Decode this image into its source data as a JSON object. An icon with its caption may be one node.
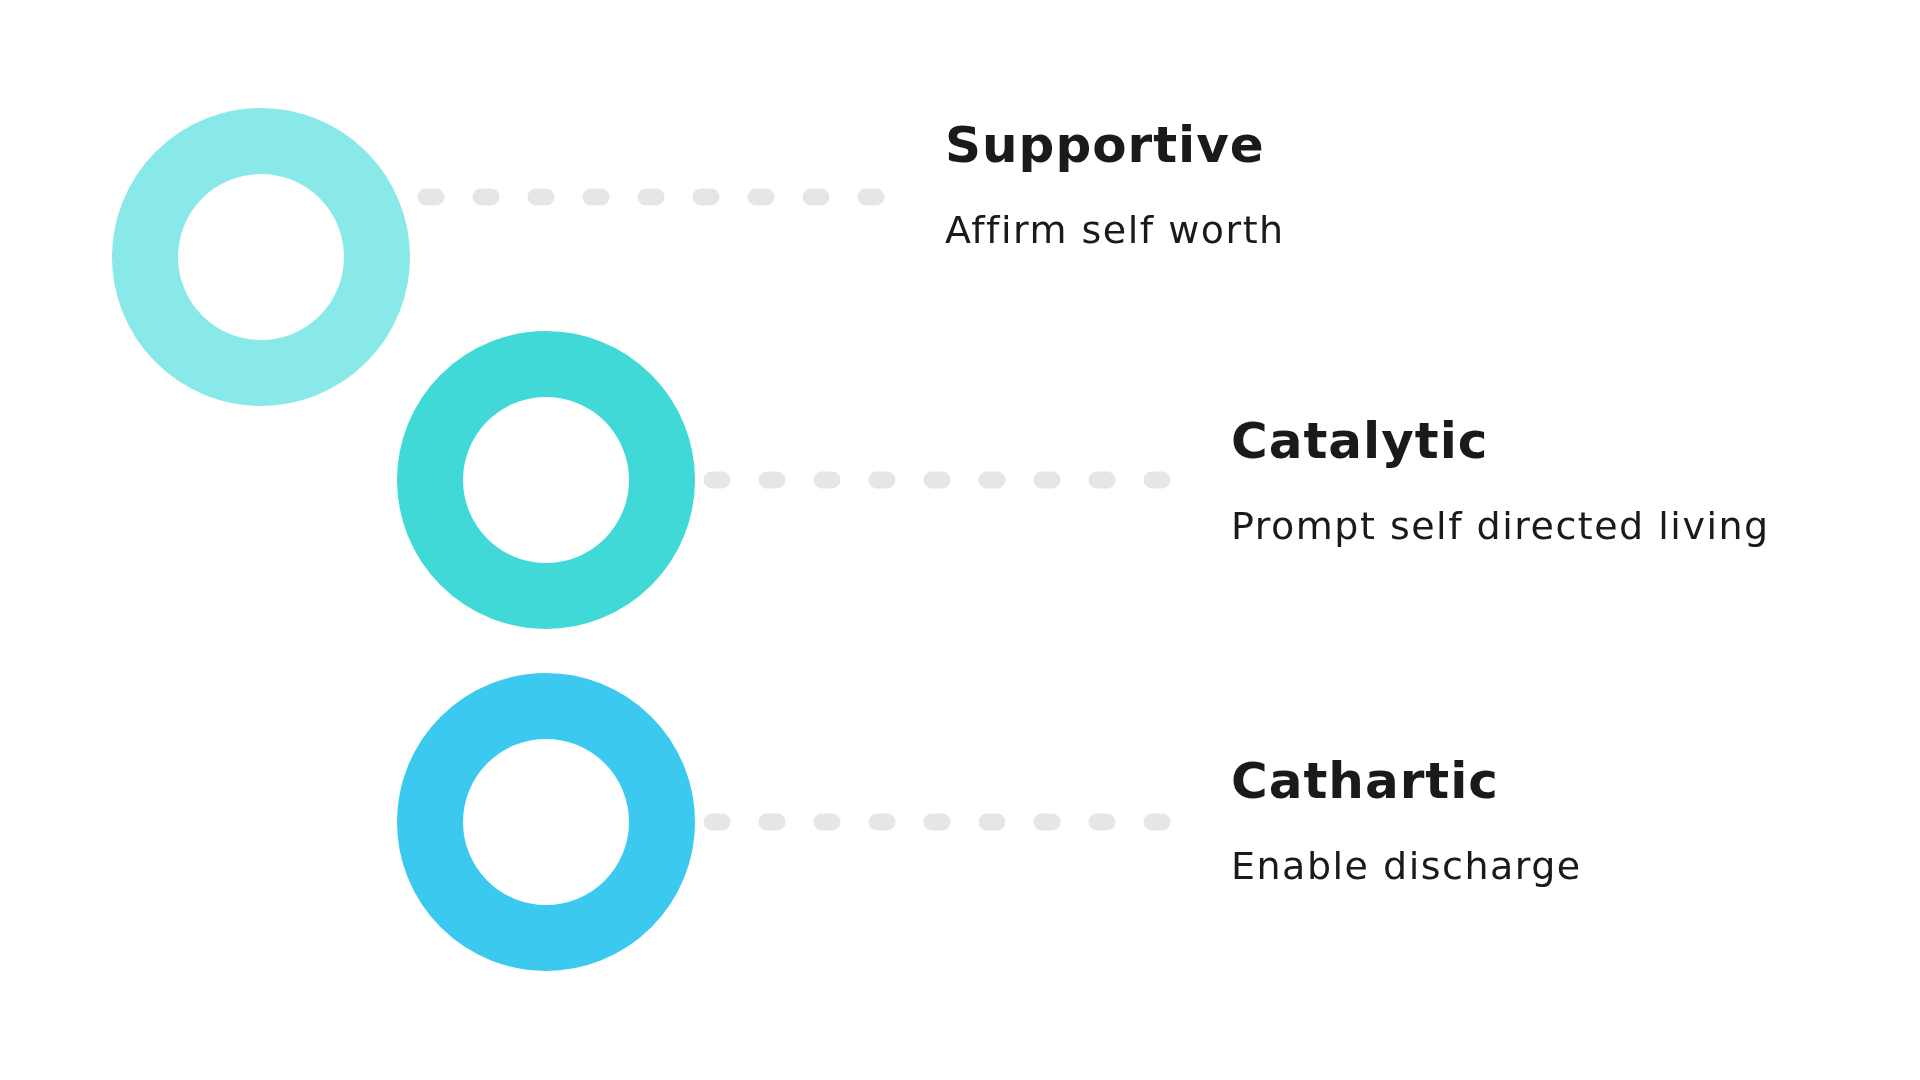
{
  "diagram": {
    "nodes": [
      {
        "text": [],
        "shape": "circle"
      },
      {
        "text": [
          "Supportive",
          "Affirm self worth"
        ]
      },
      {
        "text": [],
        "shape": "circle"
      },
      {
        "text": [
          "Catalytic",
          "Prompt self directed living"
        ]
      },
      {
        "text": [],
        "shape": "circle"
      },
      {
        "text": [
          "Cathartic",
          "Enable discharge"
        ]
      }
    ],
    "edges": [
      {
        "from": 1,
        "to": 0,
        "arrow": "none",
        "style": "dashed"
      },
      {
        "from": 3,
        "to": 2,
        "arrow": "none",
        "style": "dashed"
      },
      {
        "from": 5,
        "to": 4,
        "arrow": "none",
        "style": "dashed"
      }
    ]
  }
}
